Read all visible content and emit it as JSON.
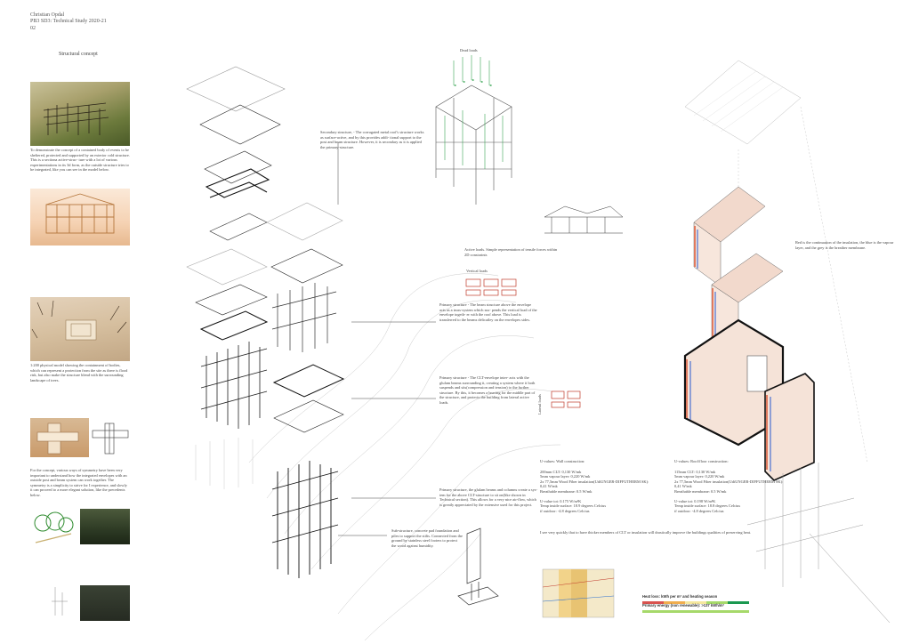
{
  "header": {
    "author": "Christian Opdal",
    "course": "PB3 SD3: Technical Study 2020-21",
    "page": "02"
  },
  "section_title": "Structural concept",
  "left_texts": {
    "intro": "To demonstrate the concept of a contained body of events to be sheltered, protected and supported by an exterior cold structure. This is a sectiona active-struc- ture with a lot of various experimentations in its 3d form, as the outside structure tries to be integrated, like you can see in the model below.",
    "model": "1:200 physical model showing the containment of bodies, which can represent a protection from the site as there is flood risk, but also make the structure blend with the surrounding landscape of trees.",
    "symmetry": "For the concept, various ways of symmetry have been very important to understand how the integrated envelopes with an outside post and beam system can work together. The symmetry is a simplicity to strive for I experience, and slowly it can proceed to a more elegant solution, like the precedents below."
  },
  "annotations": {
    "secondary": "Secondary structure, - The corrugated metal roof's structure works as surface-active, and by this provides addi- tional support to the post and beam structure. However, it is secondary as it is applied the primary-structure.",
    "dead_loads": "Dead loads",
    "active_loads": "Active loads. Simple representation of tensile forces within 2D constraints",
    "vertical_loads": "Vertical loads",
    "primary_beam": "Primary structure - The beam structure above the envelope acts as a truss-system which sus- pends the vertical load of the envelope togeth- er with the roof above. This load is transferred to the beams delicatley on the envelopes sides.",
    "primary_clt": "Primary structure - The CLT-envelope inter- acts with the glulam beams surrounding it, creating a system where it both suspends and sits(compression and tension) to the further structure. By this, it becomes a bracing for the middle part of the structure, and protects the building from lateral active loads.",
    "lateral_loads": "Lateral loads",
    "primary_glulam": "Primary structure, the glulam beams and columns create a sys- tem for the above CLT-structure to sit on(like shown in Technical section). This allows for a very nice air-flow, which is greatly appreciated by the extensive used for this project.",
    "sub_structure": "Sub-structure, concrete pad foundation and piles to support the stilts. Connected from the ground by stainless steel footers to protect the wood against humidity.",
    "layers_note": "Red is the continuation of the insulation, the blue is the vapour layer, and the grey is the breather membrane."
  },
  "u_values": {
    "wall": {
      "title": "U-values: Wall construction:",
      "lines": [
        "200mm CLT: 0,130 W/mk",
        "5mm vapour layer: 0,220 W/mk",
        "2x 77,5mm Wood Fiber insulation(UdiUNGER-DIFFUTHERM SK):",
        "0,41 W/mk",
        "Breathable membrane: 0.5 W/mk"
      ],
      "result": [
        "U-value tot: 0.175 W/m²K",
        "Temp inside surface: 18.9 degrees Celcius",
        "if outdoor: -4.8 degrees Celcius"
      ]
    },
    "roof": {
      "title": "U-values: Roof/floor construction:",
      "lines": [
        "115mm CLT: 0,130 W/mk",
        "5mm vapour layer: 0,220 W/mk",
        "2x 77,5mm Wood Fiber insulation(UdiUNGER-DIFFUTHERM SK):",
        "0,41 W/mk",
        "Breathable membrane: 0.5 W/mk"
      ],
      "result": [
        "U-value tot: 0.198 W/m²K",
        "Temp inside surface: 18.8 degrees Celcius",
        "if outdoor: -4.8 degrees Celcius"
      ]
    },
    "conclusion": "I see very quickly that to have thicker members of CLT or insulation will drastically improve the buildings qualities of preserving heat."
  },
  "energy": {
    "heat_loss": "Heat loss: kWh per m² and heating season",
    "primary_energy": "Primary energy (non renewable): >137 kWh/m²",
    "bar_colors": [
      "#d9534f",
      "#f0ad4e",
      "#f5e79e",
      "#a6d96a",
      "#1a9850"
    ]
  },
  "colors": {
    "insulation": "#e07a5f",
    "vapour": "#4a6fd1",
    "membrane": "#9a9a9a",
    "clt": "#f2d9cc",
    "load_arrow": "#3aa655",
    "struct_line": "#222222"
  }
}
